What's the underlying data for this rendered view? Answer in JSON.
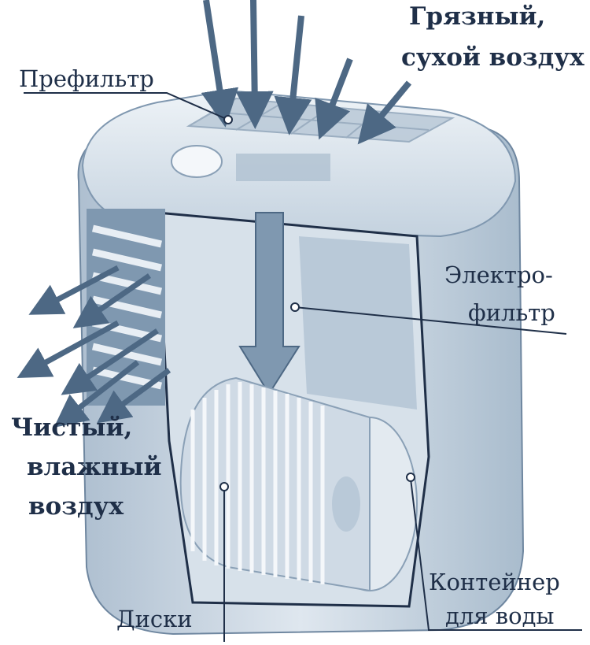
{
  "labels": {
    "dirty_air": [
      "Грязный,",
      "сухой воздух"
    ],
    "prefilter": "Префильтр",
    "electrofilter": [
      "Электро-",
      "фильтр"
    ],
    "clean_air": [
      "Чистый,",
      "влажный",
      "воздух"
    ],
    "discs": "Диски",
    "container": [
      "Контейнер",
      "для воды"
    ]
  },
  "colors": {
    "text": "#1f2f48",
    "body": "#c9d6e2",
    "shadow": "#7f98b0",
    "arrow": "#4d6884"
  }
}
